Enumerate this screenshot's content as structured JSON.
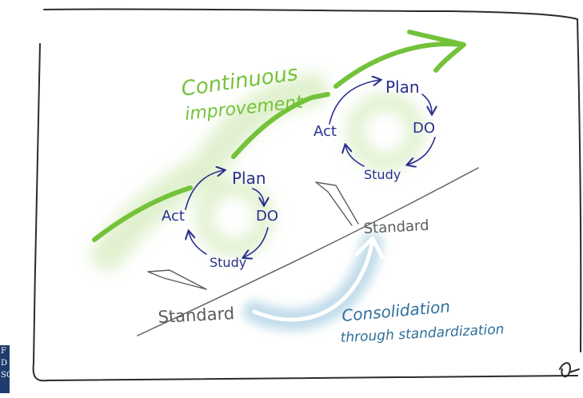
{
  "diagram": {
    "banner": [
      "Continuous",
      "improvement"
    ],
    "cycles": [
      {
        "plan": "Plan",
        "do": "DO",
        "study": "Study",
        "act": "Act"
      },
      {
        "plan": "Plan",
        "do": "DO",
        "study": "Study",
        "act": "Act"
      }
    ],
    "standards": [
      "Standard",
      "Standard"
    ],
    "consolidation": [
      "Consolidation",
      "through standardization"
    ],
    "logo_glyphs": [
      "F",
      "D",
      "SC"
    ]
  },
  "colors": {
    "frame": "#2b2b2b",
    "green": "#74c23a",
    "green_glow": "#d7ecc0",
    "cycle_ink": "#2a2f8f",
    "gray_ink": "#5c5c5c",
    "blue_text": "#2f6f9a",
    "blue_glow": "#bcd9e8",
    "logo": "#1f3c6e"
  }
}
